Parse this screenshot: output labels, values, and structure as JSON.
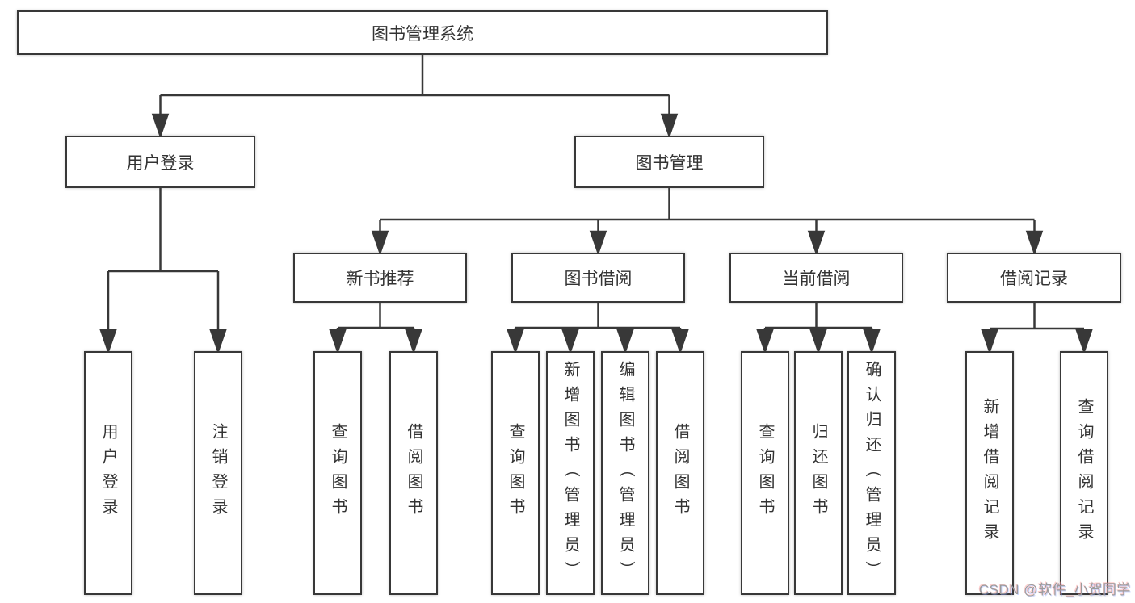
{
  "diagram_type": "hierarchy",
  "colors": {
    "line": "#383838",
    "border": "#383838",
    "text": "#333333",
    "background": "#ffffff",
    "watermark_text_color": "#9b9b9b"
  },
  "watermark": {
    "text": "CSDN @软件_小贺同学"
  },
  "tree": {
    "label": "图书管理系统",
    "children": [
      {
        "label": "用户登录",
        "children": [
          {
            "label": "用户登录"
          },
          {
            "label": "注销登录"
          }
        ]
      },
      {
        "label": "图书管理",
        "children": [
          {
            "label": "新书推荐",
            "children": [
              {
                "label": "查询图书"
              },
              {
                "label": "借阅图书"
              }
            ]
          },
          {
            "label": "图书借阅",
            "children": [
              {
                "label": "查询图书"
              },
              {
                "label": "新增图书（管理员）"
              },
              {
                "label": "编辑图书（管理员）"
              },
              {
                "label": "借阅图书"
              }
            ]
          },
          {
            "label": "当前借阅",
            "children": [
              {
                "label": "查询图书"
              },
              {
                "label": "归还图书"
              },
              {
                "label": "确认归还（管理员）"
              }
            ]
          },
          {
            "label": "借阅记录",
            "children": [
              {
                "label": "新增借阅记录"
              },
              {
                "label": "查询借阅记录"
              }
            ]
          }
        ]
      }
    ]
  }
}
